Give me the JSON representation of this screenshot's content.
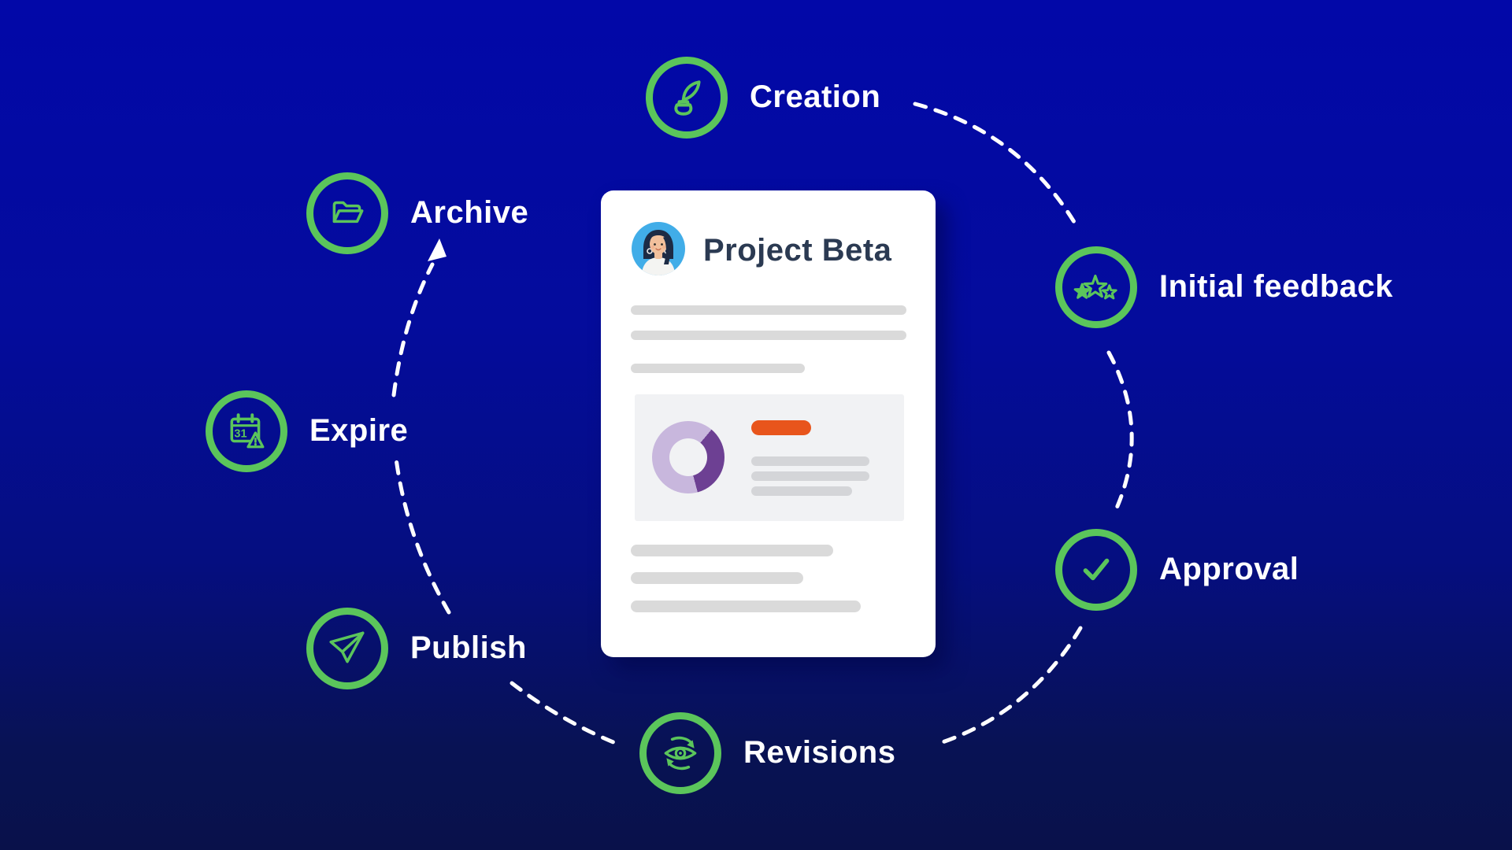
{
  "diagram": {
    "stages": [
      {
        "id": "creation",
        "label": "Creation"
      },
      {
        "id": "feedback",
        "label": "Initial feedback"
      },
      {
        "id": "approval",
        "label": "Approval"
      },
      {
        "id": "revisions",
        "label": "Revisions"
      },
      {
        "id": "publish",
        "label": "Publish"
      },
      {
        "id": "expire",
        "label": "Expire"
      },
      {
        "id": "archive",
        "label": "Archive"
      }
    ],
    "icon_names": [
      "quill-icon",
      "stars-icon",
      "check-icon",
      "eye-cycle-icon",
      "paper-plane-icon",
      "calendar-expire-icon",
      "open-folder-icon"
    ],
    "accent_green": "#5BC55B",
    "line_color": "#FFFFFF"
  },
  "icons": {
    "calendar_day": "31"
  },
  "card": {
    "title": "Project Beta",
    "colors": {
      "title": "#2B3A52",
      "avatar_bg": "#41ADE8",
      "placeholder_bar": "#DADADA",
      "panel_bg": "#F1F2F4",
      "donut_light": "#C8B7DD",
      "donut_dark": "#6D4093",
      "highlight_orange": "#E8551C"
    }
  },
  "background": {
    "top": "#0208A8",
    "bottom": "#09114A"
  }
}
